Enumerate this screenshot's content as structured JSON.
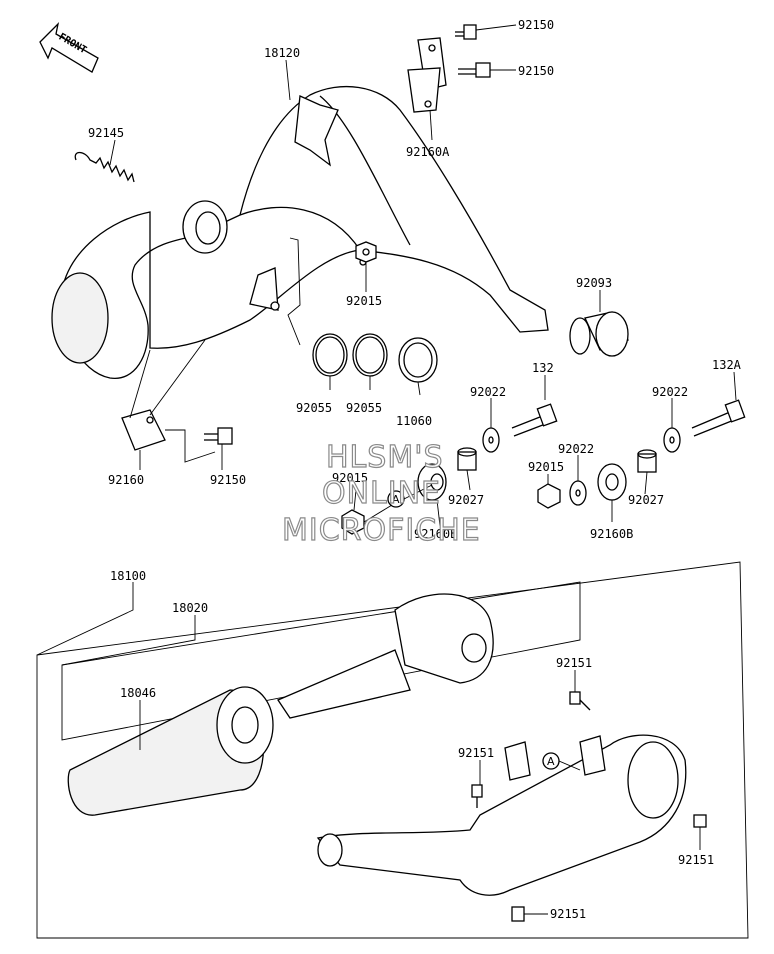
{
  "front_label": "FRONT",
  "callout_letter": "A",
  "watermark": [
    "HLSM'S",
    "ONLINE",
    "MICROFICHE"
  ],
  "parts": {
    "p92150a": "92150",
    "p92150b": "92150",
    "p18120": "18120",
    "p92145": "92145",
    "p92160A": "92160A",
    "p92015a": "92015",
    "p92093": "92093",
    "p132": "132",
    "p132A": "132A",
    "p92055a": "92055",
    "p92055b": "92055",
    "p11060": "11060",
    "p92022a": "92022",
    "p92022b": "92022",
    "p92022c": "92022",
    "p92160": "92160",
    "p92150c": "92150",
    "p92015b": "92015",
    "p92027a": "92027",
    "p92015c": "92015",
    "p92027b": "92027",
    "p92160B_a": "92160B",
    "p92160B_b": "92160B",
    "p18100": "18100",
    "p18020": "18020",
    "p92151a": "92151",
    "p18046": "18046",
    "p92151b": "92151",
    "p92151c": "92151",
    "p92151d": "92151"
  }
}
